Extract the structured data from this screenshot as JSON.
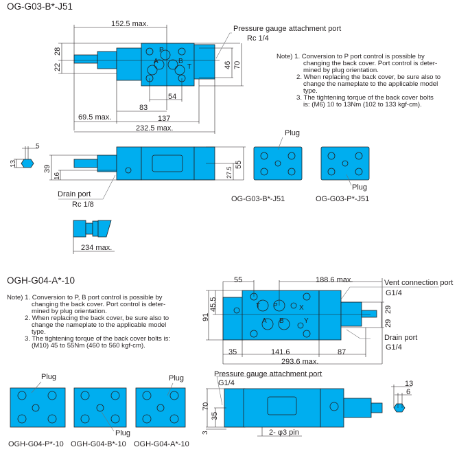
{
  "colors": {
    "body": "#00aeef",
    "line": "#231f20",
    "leader": "#6d6e71"
  },
  "top": {
    "title": "OG-G03-B*-J51",
    "dims": {
      "d152": "152.5 max.",
      "d28": "28",
      "d22": "22",
      "d46": "46",
      "d70": "70",
      "d54": "54",
      "d83": "83",
      "d695": "69.5 max.",
      "d137": "137",
      "d2325": "232.5 max.",
      "d13": "13",
      "d5": "5",
      "d39": "39",
      "d16": "16",
      "d275": "27.5",
      "d55": "55",
      "d234": "234 max."
    },
    "ports": {
      "P": "P",
      "A": "A",
      "B": "B",
      "T": "T"
    },
    "gauge_label": "Pressure gauge attachment port",
    "gauge_size": "Rc 1/4",
    "drain_label": "Drain port",
    "drain_size": "Rc 1/8",
    "plug1": "Plug",
    "plug2": "Plug",
    "caption_b": "OG-G03-B*-J51",
    "caption_p": "OG-G03-P*-J51",
    "notes": [
      "Note) 1. Conversion to P port control is possible by",
      "changing the back cover. Port control is deter-",
      "mined by plug orientation.",
      "2. When replacing the back cover, be sure also to",
      "change the nameplate to the applicable model",
      "type.",
      "3. The tightening torque of the back cover bolts",
      "is: (M6) 10 to 13Nm (102 to 133 kgf-cm)."
    ]
  },
  "bottom": {
    "title": "OGH-G04-A*-10",
    "dims": {
      "d55": "55",
      "d1886": "188.6 max.",
      "d455": "45.5",
      "d91": "91",
      "d29a": "29",
      "d29b": "29",
      "d35": "35",
      "d1416": "141.6",
      "d87": "87",
      "d2936": "293.6 max.",
      "d70": "70",
      "d35b": "35",
      "d3": "3",
      "pin": "2- φ3 pin",
      "d13": "13",
      "d6": "6"
    },
    "ports": {
      "T": "T",
      "P": "P",
      "X": "X",
      "A": "A",
      "B": "B",
      "Y": "Y"
    },
    "vent_label": "Vent connection port",
    "vent_size": "G1/4",
    "drain_label": "Drain port",
    "drain_size": "G1/4",
    "gauge_label": "Pressure gauge attachment port",
    "gauge_size": "G1/4",
    "plug1": "Plug",
    "plug2": "Plug",
    "plug3": "Plug",
    "caption_p": "OGH-G04-P*-10",
    "caption_b": "OGH-G04-B*-10",
    "caption_a": "OGH-G04-A*-10",
    "notes": [
      "Note) 1. Conversion to P, B port control is possible by",
      "changing the back cover. Port control is deter-",
      "mined by plug orientation.",
      "2. When replacing the back cover, be sure also to",
      "change the nameplate to the applicable model",
      "type.",
      "3. The tightening torque of the back cover bolts is:",
      "(M10) 45 to 55Nm (460 to 560 kgf-cm)."
    ]
  }
}
